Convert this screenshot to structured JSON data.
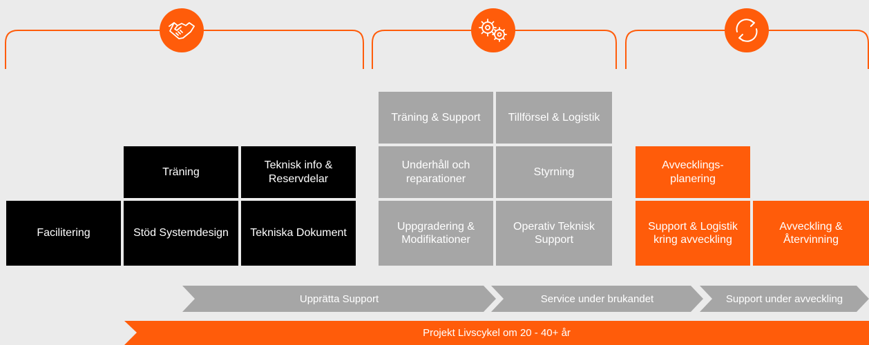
{
  "colors": {
    "orange": "#ff5c0a",
    "black": "#000000",
    "grey": "#a6a6a6",
    "background": "#ebebeb"
  },
  "phases": [
    {
      "icon": "handshake-icon"
    },
    {
      "icon": "gears-icon"
    },
    {
      "icon": "cycle-arrows-icon"
    }
  ],
  "boxes": {
    "facilitering": "Facilitering",
    "stod_systemdesign": "Stöd Systemdesign",
    "traning": "Träning",
    "tekniska_dokument": "Tekniska Dokument",
    "teknisk_info": "Teknisk info & Reservdelar",
    "traning_support": "Träning & Support",
    "tillforsel_logistik": "Tillförsel & Logistik",
    "underhall": "Underhåll och reparationer",
    "styrning": "Styrning",
    "uppgradering": "Uppgradering & Modifikationer",
    "operativ_support": "Operativ Teknisk Support",
    "avvecklingsplanering": "Avvecklings-planering",
    "support_logistik_avveckling": "Support & Logistik kring avveckling",
    "avveckling_atervinning": "Avveckling & Återvinning"
  },
  "arrows": {
    "upprätta_support": "Upprätta Support",
    "service_under_brukandet": "Service under brukandet",
    "support_under_avveckling": "Support under avveckling"
  },
  "lifecycle_bar": "Projekt Livscykel om 20 - 40+ år"
}
